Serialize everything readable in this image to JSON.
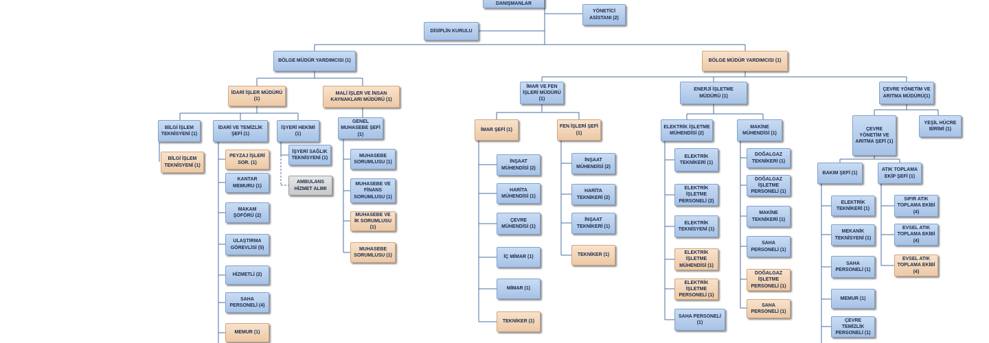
{
  "nodes": {
    "danismanlar": "DANIŞMANLAR",
    "yonetici_asistani": "YÖNETİCİ ASİSTANI (2)",
    "disiplin_kurulu": "DİSİPLİN KURULU",
    "bmy_1": "BÖLGE MÜDÜR YARDIMCISI (1)",
    "bmy_2": "BÖLGE MÜDÜR YARDIMCISI (1)",
    "idari_isler_muduru": "İDARİ İŞLER MÜDÜRÜ (1)",
    "mali_isler_muduru": "MALİ İŞLER VE İNSAN KAYNAKLARI MÜDÜRÜ (1)",
    "bilgi_islem_teknisyeni_1": "BİLGİ İŞLEM TEKNİSYENİ (1)",
    "bilgi_islem_teknisyeni_2": "BİLGİ İŞLEM TEKNİSYENİ (1)",
    "idari_temizlik_sefi": "İDARİ VE TEMİZLİK ŞEFİ (1)",
    "peyzaj_isleri": "PEYZAJ İŞLERİ SOR. (1)",
    "kantar_memuru": "KANTAR MEMURU (1)",
    "makam_soforu": "MAKAM ŞOFÖRÜ (2)",
    "ulastirma_gorevlisi": "ULAŞTIRMA GÖREVLİSİ (5)",
    "hizmetli": "HİZMETLİ (2)",
    "saha_personeli_idari": "SAHA PERSONELİ (4)",
    "memur_idari": "MEMUR (1)",
    "isyeri_hekimi": "İŞYERİ HEKİMİ (1)",
    "isyeri_saglik": "İŞYERİ SAĞLIK TEKNİSYENİ (1)",
    "ambulans": "AMBULANS HİZMET ALIMI",
    "genel_muhasebe_sefi": "GENEL MUHASEBE ŞEFİ (1)",
    "muhasebe_sorumlusu_1": "MUHASEBE SORUMLUSU (1)",
    "muhasebe_finans": "MUHASEBE VE FİNANS SORUMLUSU (1)",
    "muhasebe_ik": "MUHASEBE VE İK SORUMLUSU (1)",
    "muhasebe_sorumlusu_2": "MUHASEBE SORUMLUSU (1)",
    "imar_fen_muduru": "İMAR VE FEN İŞLERİ MÜDÜRÜ (1)",
    "imar_sefi": "İMAR ŞEFİ (1)",
    "insaat_muhendisi": "İNŞAAT MÜHENDİSİ (2)",
    "harita_muhendisi": "HARİTA MÜHENDİSİ (1)",
    "cevre_muhendisi": "ÇEVRE MÜHENDİSİ (1)",
    "ic_mimar": "İÇ MİMAR (1)",
    "mimar": "MİMAR (1)",
    "tekniker_imar": "TEKNİKER (1)",
    "fen_isleri_sefi": "FEN İŞLERİ ŞEFİ (1)",
    "insaat_muhendisi_fen": "İNŞAAT MÜHENDİSİ (2)",
    "harita_teknikeri": "HARİTA TEKNİKERİ (2)",
    "insaat_teknikeri": "İNŞAAT TEKNİKERİ (1)",
    "tekniker_fen": "TEKNİKER (1)",
    "enerji_muduru": "ENERJİ İŞLETME MÜDÜRÜ (1)",
    "elektrik_isletme_muhendisi_2": "ELEKTRİK İŞLETME MÜHENDİSİ (2)",
    "elektrik_teknikeri": "ELEKTRİK TEKNİKERİ (1)",
    "elektrik_isletme_personeli_2": "ELEKTRİK İŞLETME PERSONELİ (2)",
    "elektrik_teknisyeni": "ELEKTRİK TEKNİSYENİ (1)",
    "elektrik_isletme_muhendisi_1": "ELEKTRİK İŞLETME MÜHENDİSİ (1)",
    "elektrik_isletme_personeli_1": "ELEKTRİK İŞLETME PERSONELİ (1)",
    "saha_personeli_enerji": "SAHA PERSONELİ (1)",
    "makine_muhendisi": "MAKİNE MÜHENDİSİ (1)",
    "dogalgaz_teknikeri": "DOĞALGAZ TEKNİKERİ (1)",
    "dogalgaz_isletme_1": "DOĞALGAZ İŞLETME PERSONELİ (1)",
    "makine_teknikeri": "MAKİNE TEKNİKERİ (1)",
    "saha_personeli_makine_1": "SAHA PERSONELİ (1)",
    "dogalgaz_isletme_2": "DOĞALGAZ İŞLETME PERSONELİ (1)",
    "saha_personeli_makine_2": "SAHA PERSONELİ (1)",
    "cevre_yonetim_muduru": "ÇEVRE YÖNETİM VE ARITMA MÜDÜRÜ(1)",
    "cevre_yonetim_sefi": "ÇEVRE YÖNETİM VE ARITMA ŞEFİ (1)",
    "yesil_hucre": "YEŞİL HÜCRE BİRİMİ (1)",
    "bakim_sefi": "BAKIM ŞEFİ (1)",
    "elektrik_teknikeri_bakim": "ELEKTRİK TEKNİKERİ (1)",
    "mekanik_teknisyeni": "MEKANİK TEKNİSYENİ (1)",
    "saha_personeli_bakim": "SAHA PERSONELİ (1)",
    "memur_bakim": "MEMUR (1)",
    "cevre_temizlik": "ÇEVRE TEMİZLİK PERSONELİ (1)",
    "atik_toplama_sefi": "ATIK TOPLAMA EKİP ŞEFİ (1)",
    "sifir_atik": "SIFIR ATIK TOPLAMA EKİBİ (4)",
    "evsel_atik_1": "EVSEL ATIK TOPLAMA EKİBİ (4)",
    "evsel_atik_2": "EVSEL ATIK TOPLAMA EKİBİ (4)"
  }
}
